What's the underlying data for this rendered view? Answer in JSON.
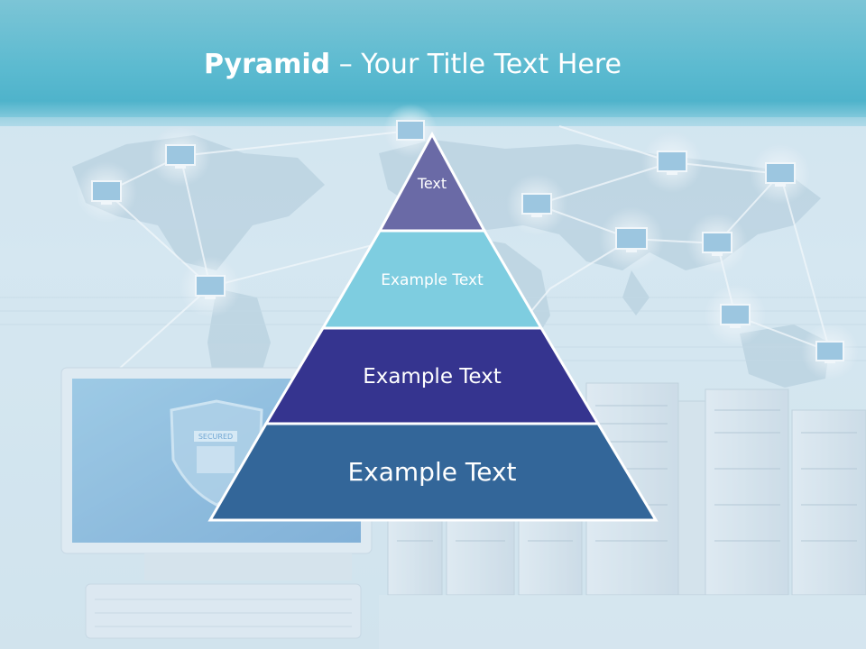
{
  "slide": {
    "title_bold": "Pyramid",
    "title_rest": " – Your Title Text Here"
  },
  "pyramid": {
    "tiers": [
      {
        "label": "Text",
        "color": "#6a6aa6"
      },
      {
        "label": "Example Text",
        "color": "#7ecde0"
      },
      {
        "label": "Example Text",
        "color": "#35348f"
      },
      {
        "label": "Example Text",
        "color": "#336699"
      }
    ]
  },
  "background": {
    "monitor_screen_text": "SECURED"
  }
}
